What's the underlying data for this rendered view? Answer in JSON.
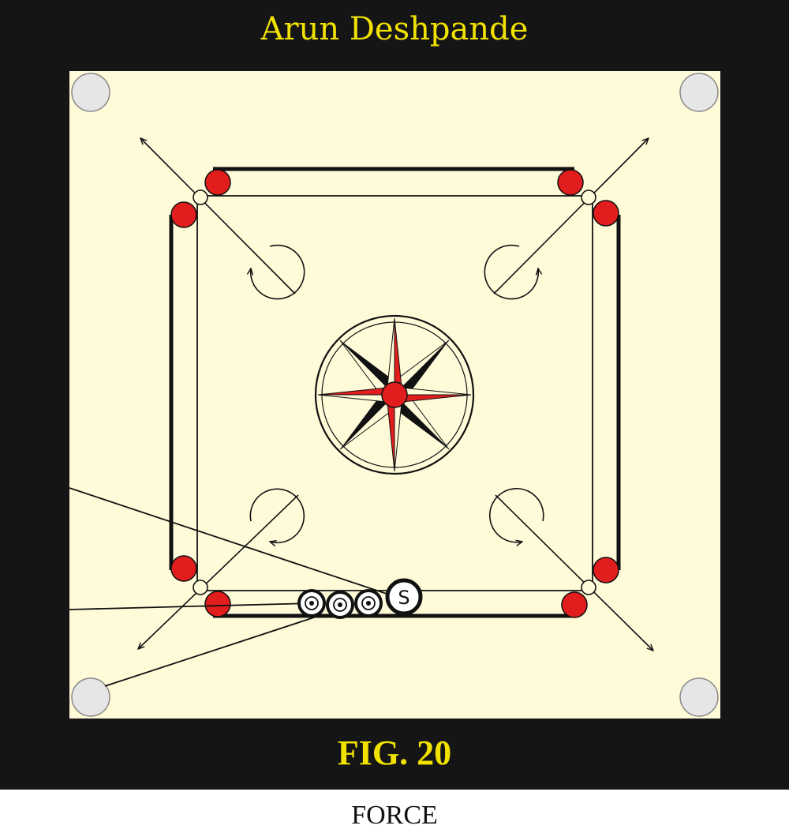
{
  "author": "Arun Deshpande",
  "figure_label": "FIG. 20",
  "caption": "FORCE",
  "striker_letter": "S",
  "colors": {
    "frame": "#151515",
    "playing_surface": "#fffbd9",
    "pocket": "#e6e6e6",
    "red_mark": "#e11d1d",
    "title_text": "#f2e200",
    "line": "#111111"
  },
  "pieces": {
    "coins_in_line": 3,
    "striker": 1,
    "pockets": 4
  }
}
